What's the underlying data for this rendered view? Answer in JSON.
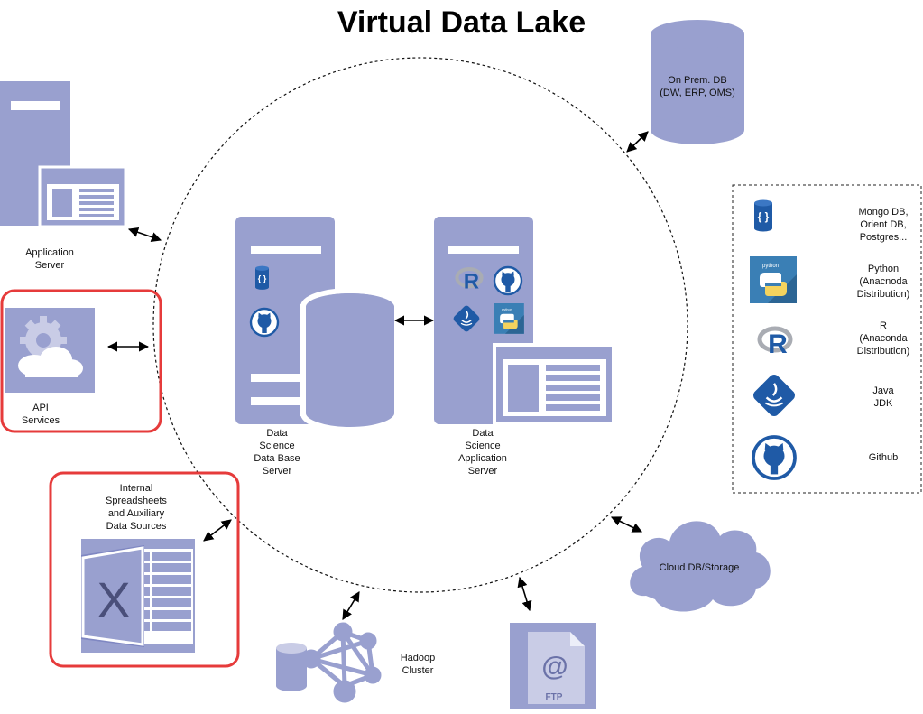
{
  "title": "Virtual Data Lake",
  "colors": {
    "shape": "#99a0cf",
    "shape_dark": "#7f87c2",
    "icon_blue": "#1f5aa6",
    "highlight": "#e63b3b",
    "python_bg": "#3a7fb5"
  },
  "nodes": {
    "app_server": {
      "label": [
        "Application",
        "Server"
      ],
      "icon": "server-window-icon"
    },
    "api": {
      "label": [
        "API",
        "Services"
      ],
      "icon": "cloud-gear-icon"
    },
    "spreadsheets": {
      "label": [
        "Internal",
        "Spreadsheets",
        "and Auxiliary",
        "Data Sources"
      ],
      "icon": "excel-icon"
    },
    "hadoop": {
      "label": [
        "Hadoop",
        "Cluster"
      ],
      "icon": "hadoop-cluster-icon"
    },
    "ftp": {
      "label": "FTP",
      "icon": "ftp-file-icon"
    },
    "cloud_db": {
      "label": "Cloud DB/Storage",
      "icon": "cloud-icon"
    },
    "onprem_db": {
      "label": [
        "On Prem. DB",
        "(DW, ERP, OMS)"
      ],
      "icon": "database-cylinder-icon"
    },
    "ds_db_server": {
      "label": [
        "Data",
        "Science",
        "Data Base",
        "Server"
      ],
      "icon": "server-database-icon"
    },
    "ds_app_server": {
      "label": [
        "Data",
        "Science",
        "Application",
        "Server"
      ],
      "icon": "server-window-icon"
    }
  },
  "legend": [
    {
      "icon": "mongodb-icon",
      "lines": [
        "Mongo DB,",
        "Orient DB,",
        "Postgres..."
      ]
    },
    {
      "icon": "python-icon",
      "lines": [
        "Python",
        "(Anacnoda",
        "Distribution)"
      ],
      "badge": "python"
    },
    {
      "icon": "r-icon",
      "lines": [
        "R",
        "(Anaconda",
        "Distribution)"
      ]
    },
    {
      "icon": "java-icon",
      "lines": [
        "Java",
        "JDK"
      ]
    },
    {
      "icon": "github-icon",
      "lines": [
        "Github"
      ]
    }
  ]
}
